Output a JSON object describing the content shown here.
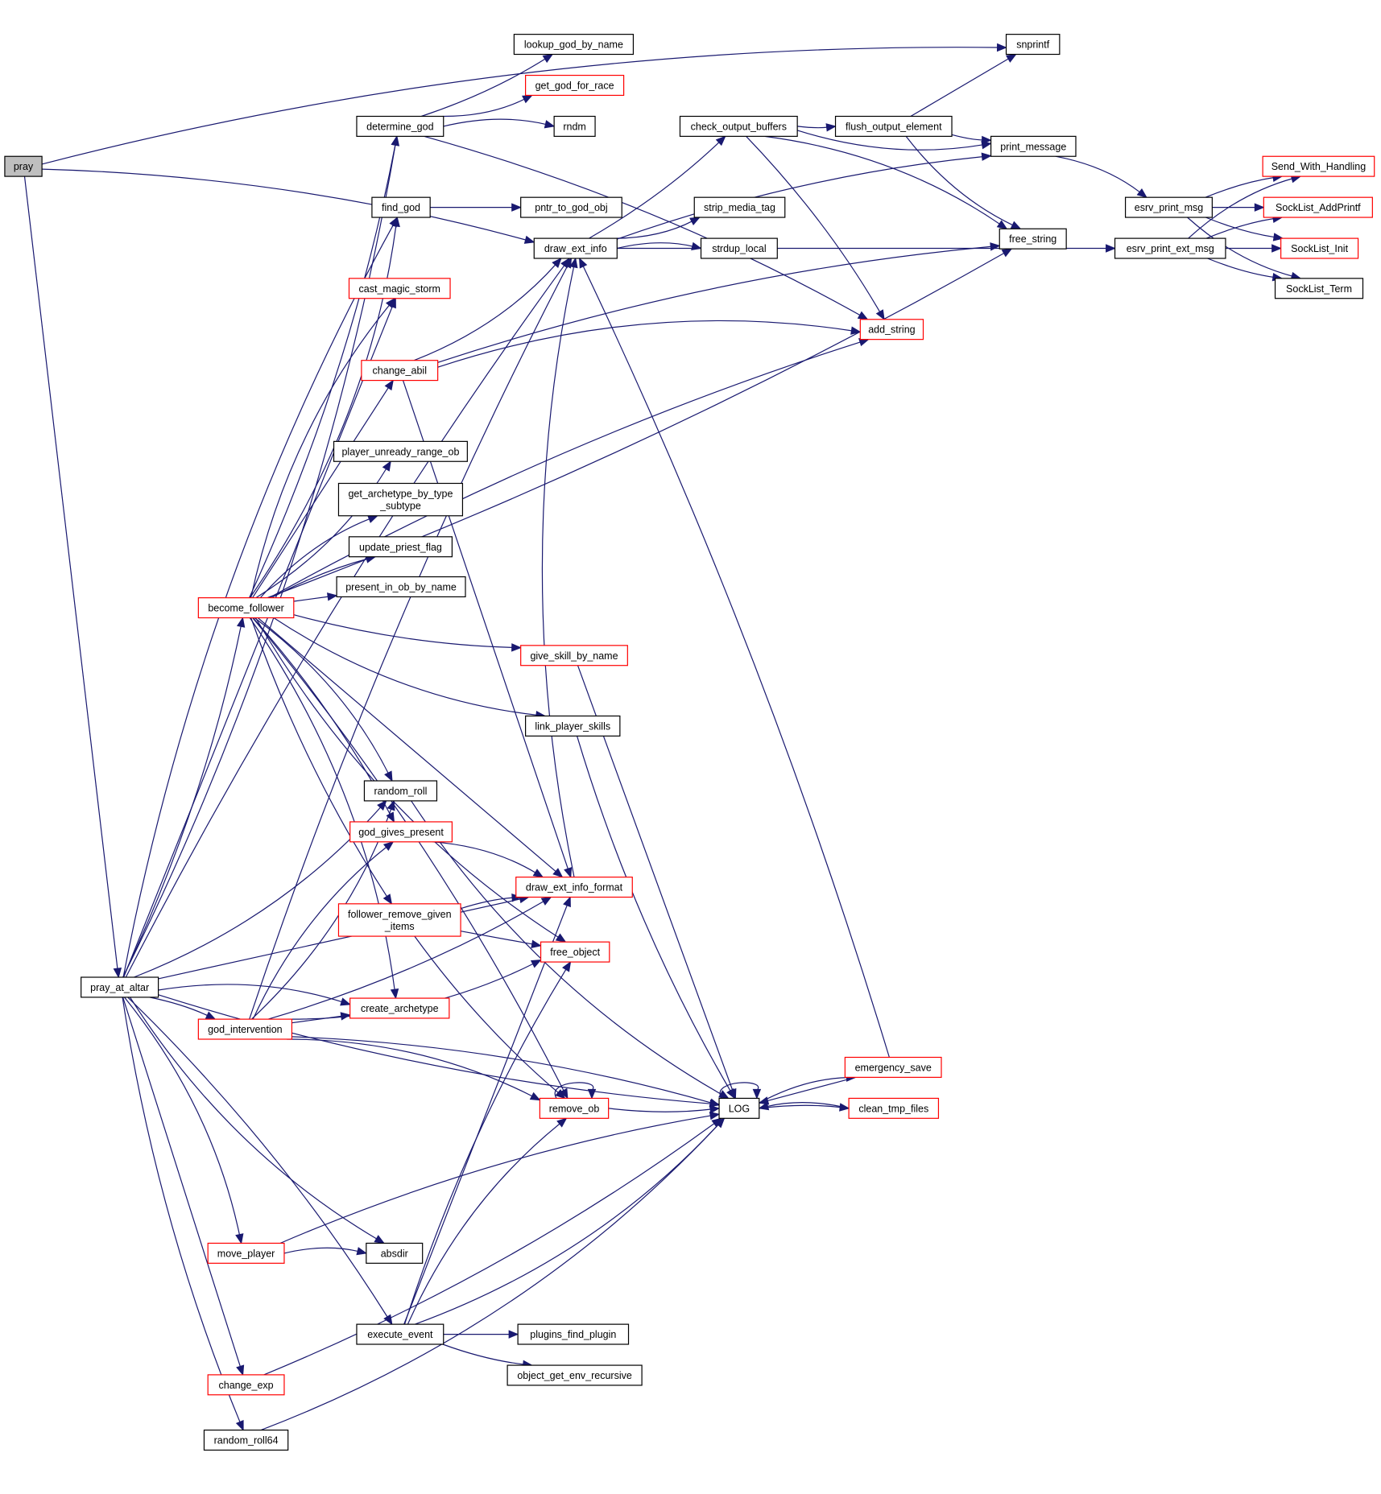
{
  "graph_title": "Call graph of pray",
  "colors": {
    "edge": "#191970",
    "node_border_default": "#000000",
    "node_border_truncated": "#ff0000",
    "root_fill": "#bfbfbf",
    "node_fill": "#ffffff"
  },
  "nodes": [
    {
      "id": "pray",
      "label": "pray",
      "kind": "root"
    },
    {
      "id": "snprintf",
      "label": "snprintf",
      "kind": "default"
    },
    {
      "id": "lookup_god_by_name",
      "label": "lookup_god_by_name",
      "kind": "default"
    },
    {
      "id": "get_god_for_race",
      "label": "get_god_for_race",
      "kind": "truncated"
    },
    {
      "id": "determine_god",
      "label": "determine_god",
      "kind": "default"
    },
    {
      "id": "rndm",
      "label": "rndm",
      "kind": "default"
    },
    {
      "id": "check_output_buffers",
      "label": "check_output_buffers",
      "kind": "default"
    },
    {
      "id": "flush_output_element",
      "label": "flush_output_element",
      "kind": "default"
    },
    {
      "id": "print_message",
      "label": "print_message",
      "kind": "default"
    },
    {
      "id": "Send_With_Handling",
      "label": "Send_With_Handling",
      "kind": "truncated"
    },
    {
      "id": "find_god",
      "label": "find_god",
      "kind": "default"
    },
    {
      "id": "pntr_to_god_obj",
      "label": "pntr_to_god_obj",
      "kind": "default"
    },
    {
      "id": "esrv_print_msg",
      "label": "esrv_print_msg",
      "kind": "default"
    },
    {
      "id": "SockList_AddPrintf",
      "label": "SockList_AddPrintf",
      "kind": "truncated"
    },
    {
      "id": "strip_media_tag",
      "label": "strip_media_tag",
      "kind": "default"
    },
    {
      "id": "draw_ext_info",
      "label": "draw_ext_info",
      "kind": "default"
    },
    {
      "id": "free_string",
      "label": "free_string",
      "kind": "default"
    },
    {
      "id": "strdup_local",
      "label": "strdup_local",
      "kind": "default"
    },
    {
      "id": "esrv_print_ext_msg",
      "label": "esrv_print_ext_msg",
      "kind": "default"
    },
    {
      "id": "SockList_Init",
      "label": "SockList_Init",
      "kind": "truncated"
    },
    {
      "id": "SockList_Term",
      "label": "SockList_Term",
      "kind": "default"
    },
    {
      "id": "cast_magic_storm",
      "label": "cast_magic_storm",
      "kind": "truncated"
    },
    {
      "id": "add_string",
      "label": "add_string",
      "kind": "truncated"
    },
    {
      "id": "change_abil",
      "label": "change_abil",
      "kind": "truncated"
    },
    {
      "id": "player_unready_range_ob",
      "label": "player_unready_range_ob",
      "kind": "default"
    },
    {
      "id": "get_archetype_by_type_subtype",
      "label": "get_archetype_by_type\n_subtype",
      "kind": "default"
    },
    {
      "id": "update_priest_flag",
      "label": "update_priest_flag",
      "kind": "default"
    },
    {
      "id": "present_in_ob_by_name",
      "label": "present_in_ob_by_name",
      "kind": "default"
    },
    {
      "id": "become_follower",
      "label": "become_follower",
      "kind": "truncated"
    },
    {
      "id": "give_skill_by_name",
      "label": "give_skill_by_name",
      "kind": "truncated"
    },
    {
      "id": "link_player_skills",
      "label": "link_player_skills",
      "kind": "default"
    },
    {
      "id": "random_roll",
      "label": "random_roll",
      "kind": "default"
    },
    {
      "id": "god_gives_present",
      "label": "god_gives_present",
      "kind": "truncated"
    },
    {
      "id": "draw_ext_info_format",
      "label": "draw_ext_info_format",
      "kind": "truncated"
    },
    {
      "id": "follower_remove_given_items",
      "label": "follower_remove_given\n_items",
      "kind": "truncated"
    },
    {
      "id": "free_object",
      "label": "free_object",
      "kind": "truncated"
    },
    {
      "id": "pray_at_altar",
      "label": "pray_at_altar",
      "kind": "default"
    },
    {
      "id": "create_archetype",
      "label": "create_archetype",
      "kind": "truncated"
    },
    {
      "id": "god_intervention",
      "label": "god_intervention",
      "kind": "truncated"
    },
    {
      "id": "emergency_save",
      "label": "emergency_save",
      "kind": "truncated"
    },
    {
      "id": "remove_ob",
      "label": "remove_ob",
      "kind": "truncated"
    },
    {
      "id": "LOG",
      "label": "LOG",
      "kind": "default"
    },
    {
      "id": "clean_tmp_files",
      "label": "clean_tmp_files",
      "kind": "truncated"
    },
    {
      "id": "move_player",
      "label": "move_player",
      "kind": "truncated"
    },
    {
      "id": "absdir",
      "label": "absdir",
      "kind": "default"
    },
    {
      "id": "execute_event",
      "label": "execute_event",
      "kind": "default"
    },
    {
      "id": "plugins_find_plugin",
      "label": "plugins_find_plugin",
      "kind": "default"
    },
    {
      "id": "object_get_env_recursive",
      "label": "object_get_env_recursive",
      "kind": "default"
    },
    {
      "id": "change_exp",
      "label": "change_exp",
      "kind": "truncated"
    },
    {
      "id": "random_roll64",
      "label": "random_roll64",
      "kind": "default"
    }
  ],
  "edges": [
    [
      "pray",
      "snprintf"
    ],
    [
      "pray",
      "draw_ext_info"
    ],
    [
      "pray",
      "pray_at_altar"
    ],
    [
      "determine_god",
      "lookup_god_by_name"
    ],
    [
      "determine_god",
      "get_god_for_race"
    ],
    [
      "determine_god",
      "rndm"
    ],
    [
      "determine_god",
      "add_string"
    ],
    [
      "find_god",
      "pntr_to_god_obj"
    ],
    [
      "draw_ext_info",
      "check_output_buffers"
    ],
    [
      "draw_ext_info",
      "strip_media_tag"
    ],
    [
      "draw_ext_info",
      "strdup_local"
    ],
    [
      "draw_ext_info",
      "print_message"
    ],
    [
      "draw_ext_info",
      "esrv_print_ext_msg"
    ],
    [
      "check_output_buffers",
      "flush_output_element"
    ],
    [
      "check_output_buffers",
      "print_message"
    ],
    [
      "check_output_buffers",
      "free_string"
    ],
    [
      "check_output_buffers",
      "add_string"
    ],
    [
      "flush_output_element",
      "snprintf"
    ],
    [
      "flush_output_element",
      "print_message"
    ],
    [
      "flush_output_element",
      "free_string"
    ],
    [
      "print_message",
      "esrv_print_msg"
    ],
    [
      "esrv_print_msg",
      "Send_With_Handling"
    ],
    [
      "esrv_print_msg",
      "SockList_AddPrintf"
    ],
    [
      "esrv_print_msg",
      "SockList_Init"
    ],
    [
      "esrv_print_msg",
      "SockList_Term"
    ],
    [
      "esrv_print_ext_msg",
      "Send_With_Handling"
    ],
    [
      "esrv_print_ext_msg",
      "SockList_AddPrintf"
    ],
    [
      "esrv_print_ext_msg",
      "SockList_Init"
    ],
    [
      "esrv_print_ext_msg",
      "SockList_Term"
    ],
    [
      "change_abil",
      "draw_ext_info"
    ],
    [
      "change_abil",
      "add_string"
    ],
    [
      "change_abil",
      "free_string"
    ],
    [
      "change_abil",
      "draw_ext_info_format"
    ],
    [
      "become_follower",
      "determine_god"
    ],
    [
      "become_follower",
      "find_god"
    ],
    [
      "become_follower",
      "cast_magic_storm"
    ],
    [
      "become_follower",
      "add_string"
    ],
    [
      "become_follower",
      "change_abil"
    ],
    [
      "become_follower",
      "free_string"
    ],
    [
      "become_follower",
      "player_unready_range_ob"
    ],
    [
      "become_follower",
      "get_archetype_by_type_subtype"
    ],
    [
      "become_follower",
      "update_priest_flag"
    ],
    [
      "become_follower",
      "present_in_ob_by_name"
    ],
    [
      "become_follower",
      "give_skill_by_name"
    ],
    [
      "become_follower",
      "link_player_skills"
    ],
    [
      "become_follower",
      "random_roll"
    ],
    [
      "become_follower",
      "god_gives_present"
    ],
    [
      "become_follower",
      "draw_ext_info_format"
    ],
    [
      "become_follower",
      "follower_remove_given_items"
    ],
    [
      "become_follower",
      "free_object"
    ],
    [
      "become_follower",
      "create_archetype"
    ],
    [
      "become_follower",
      "remove_ob"
    ],
    [
      "give_skill_by_name",
      "LOG"
    ],
    [
      "link_player_skills",
      "LOG"
    ],
    [
      "random_roll",
      "LOG"
    ],
    [
      "god_gives_present",
      "draw_ext_info_format"
    ],
    [
      "follower_remove_given_items",
      "draw_ext_info_format"
    ],
    [
      "follower_remove_given_items",
      "free_object"
    ],
    [
      "follower_remove_given_items",
      "remove_ob"
    ],
    [
      "pray_at_altar",
      "determine_god"
    ],
    [
      "pray_at_altar",
      "find_god"
    ],
    [
      "pray_at_altar",
      "draw_ext_info"
    ],
    [
      "pray_at_altar",
      "cast_magic_storm"
    ],
    [
      "pray_at_altar",
      "become_follower"
    ],
    [
      "pray_at_altar",
      "random_roll"
    ],
    [
      "pray_at_altar",
      "create_archetype"
    ],
    [
      "pray_at_altar",
      "god_intervention"
    ],
    [
      "pray_at_altar",
      "draw_ext_info_format"
    ],
    [
      "pray_at_altar",
      "LOG"
    ],
    [
      "pray_at_altar",
      "absdir"
    ],
    [
      "pray_at_altar",
      "move_player"
    ],
    [
      "pray_at_altar",
      "execute_event"
    ],
    [
      "pray_at_altar",
      "change_exp"
    ],
    [
      "pray_at_altar",
      "random_roll64"
    ],
    [
      "god_intervention",
      "random_roll"
    ],
    [
      "god_intervention",
      "god_gives_present"
    ],
    [
      "god_intervention",
      "draw_ext_info"
    ],
    [
      "god_intervention",
      "create_archetype"
    ],
    [
      "god_intervention",
      "draw_ext_info_format"
    ],
    [
      "god_intervention",
      "free_object"
    ],
    [
      "god_intervention",
      "remove_ob"
    ],
    [
      "god_intervention",
      "LOG"
    ],
    [
      "remove_ob",
      "remove_ob"
    ],
    [
      "remove_ob",
      "LOG"
    ],
    [
      "LOG",
      "LOG"
    ],
    [
      "LOG",
      "emergency_save"
    ],
    [
      "LOG",
      "clean_tmp_files"
    ],
    [
      "emergency_save",
      "LOG"
    ],
    [
      "emergency_save",
      "draw_ext_info"
    ],
    [
      "clean_tmp_files",
      "LOG"
    ],
    [
      "move_player",
      "absdir"
    ],
    [
      "move_player",
      "LOG"
    ],
    [
      "execute_event",
      "plugins_find_plugin"
    ],
    [
      "execute_event",
      "object_get_env_recursive"
    ],
    [
      "execute_event",
      "LOG"
    ],
    [
      "execute_event",
      "remove_ob"
    ],
    [
      "execute_event",
      "free_object"
    ],
    [
      "execute_event",
      "draw_ext_info_format"
    ],
    [
      "change_exp",
      "LOG"
    ],
    [
      "random_roll64",
      "LOG"
    ],
    [
      "draw_ext_info_format",
      "draw_ext_info"
    ]
  ]
}
